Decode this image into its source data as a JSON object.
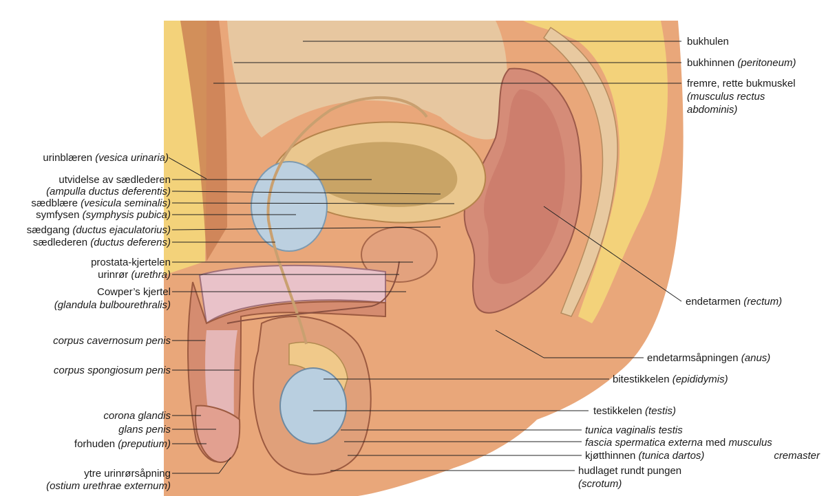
{
  "colors": {
    "skin": "#e9a77a",
    "skin_dark": "#c97e52",
    "fat": "#f3d27a",
    "muscle": "#d5866a",
    "bladder": "#eac78e",
    "rectum": "#d8957f",
    "testis": "#b9cfe0",
    "line": "#222222"
  },
  "labels_left": [
    {
      "id": "urinblaeren",
      "text": "urinblæren ",
      "latin": "(vesica urinaria)"
    },
    {
      "id": "utvidelse",
      "text": "utvidelse av sædlederen",
      "latin": ""
    },
    {
      "id": "ampulla",
      "text": "",
      "latin": "(ampulla ductus deferentis)"
    },
    {
      "id": "saedblaere",
      "text": "sædblære ",
      "latin": "(vesicula seminalis)"
    },
    {
      "id": "symfysen",
      "text": "symfysen ",
      "latin": "(symphysis pubica)"
    },
    {
      "id": "saedgang",
      "text": "sædgang ",
      "latin": "(ductus ejaculatorius)"
    },
    {
      "id": "saedlederen",
      "text": "sædlederen ",
      "latin": "(ductus deferens)"
    },
    {
      "id": "prostata",
      "text": "prostata-kjertelen",
      "latin": ""
    },
    {
      "id": "urinror",
      "text": "urinrør ",
      "latin": "(urethra)"
    },
    {
      "id": "cowper",
      "text": "Cowper’s kjertel",
      "latin": ""
    },
    {
      "id": "glandula",
      "text": "",
      "latin": "(glandula bulbourethralis)"
    },
    {
      "id": "cavernosum",
      "text": "",
      "latin": "corpus cavernosum penis"
    },
    {
      "id": "spongiosum",
      "text": "",
      "latin": "corpus spongiosum penis"
    },
    {
      "id": "corona",
      "text": "",
      "latin": "corona glandis"
    },
    {
      "id": "glans",
      "text": "",
      "latin": "glans penis"
    },
    {
      "id": "forhuden",
      "text": "forhuden ",
      "latin": "(preputium)"
    },
    {
      "id": "ytre",
      "text": "ytre urinrørsåpning",
      "latin": ""
    },
    {
      "id": "ostium",
      "text": "",
      "latin": "(ostium urethrae externum)"
    }
  ],
  "labels_right": [
    {
      "id": "bukhulen",
      "text": "bukhulen",
      "latin": ""
    },
    {
      "id": "bukhinnen",
      "text": "bukhinnen ",
      "latin": "(peritoneum)"
    },
    {
      "id": "fremre",
      "text": "fremre, rette bukmuskel",
      "latin": ""
    },
    {
      "id": "musculus",
      "text": "",
      "latin": "(musculus rectus"
    },
    {
      "id": "abdominis",
      "text": "",
      "latin": "abdominis)"
    },
    {
      "id": "endetarmen",
      "text": "endetarmen ",
      "latin": "(rectum)"
    },
    {
      "id": "anus",
      "text": "endetarmsåpningen ",
      "latin": "(anus)"
    },
    {
      "id": "bitestikkelen",
      "text": "bitestikkelen ",
      "latin": "(epididymis)"
    },
    {
      "id": "testikkelen",
      "text": "testikkelen ",
      "latin": "(testis)"
    },
    {
      "id": "tunica",
      "text": "",
      "latin": "tunica vaginalis testis"
    },
    {
      "id": "fascia",
      "text": "",
      "latin": "fascia spermatica externa",
      "mid": " med ",
      "latin2": "musculus"
    },
    {
      "id": "cremaster",
      "text": "",
      "latin": "cremaster"
    },
    {
      "id": "kjotthinnen",
      "text": "kjøtthinnen ",
      "latin": "(tunica dartos)"
    },
    {
      "id": "hudlaget",
      "text": "hudlaget rundt pungen",
      "latin": ""
    },
    {
      "id": "scrotum",
      "text": "",
      "latin": "(scrotum)"
    }
  ]
}
